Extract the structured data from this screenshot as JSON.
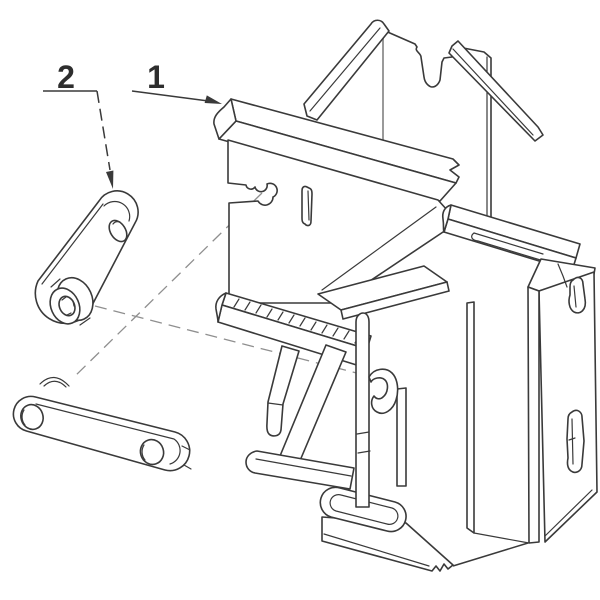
{
  "drawing": {
    "type": "exploded-view-technical-drawing",
    "background": "#ffffff",
    "line_color": "#3a3a3a",
    "centerline_color": "#8f8f8f",
    "callouts": [
      {
        "label": "1"
      },
      {
        "label": "2"
      }
    ]
  }
}
